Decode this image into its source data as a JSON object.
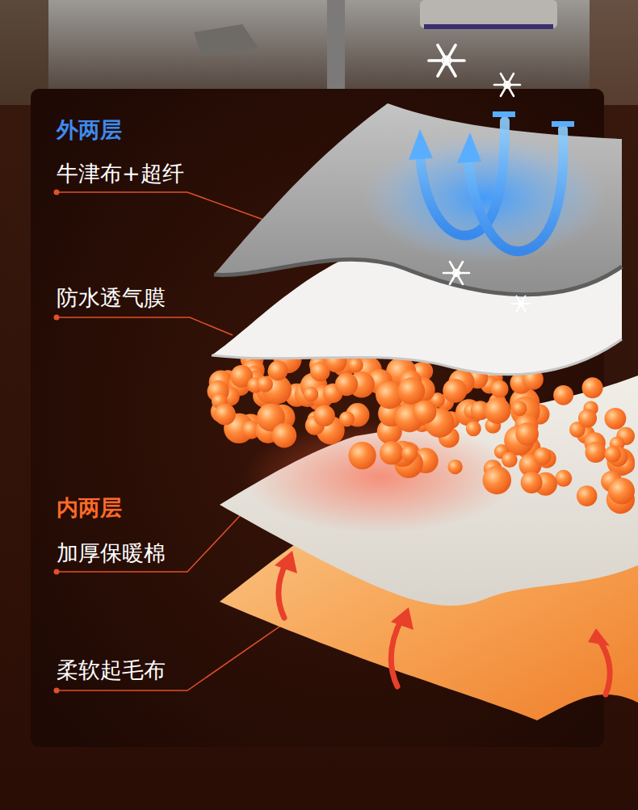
{
  "diagram": {
    "labels": [
      "外两层",
      "牛津布+超纤",
      "防水透气膜",
      "内两层",
      "加厚保暖棉",
      "柔软起毛布"
    ]
  }
}
